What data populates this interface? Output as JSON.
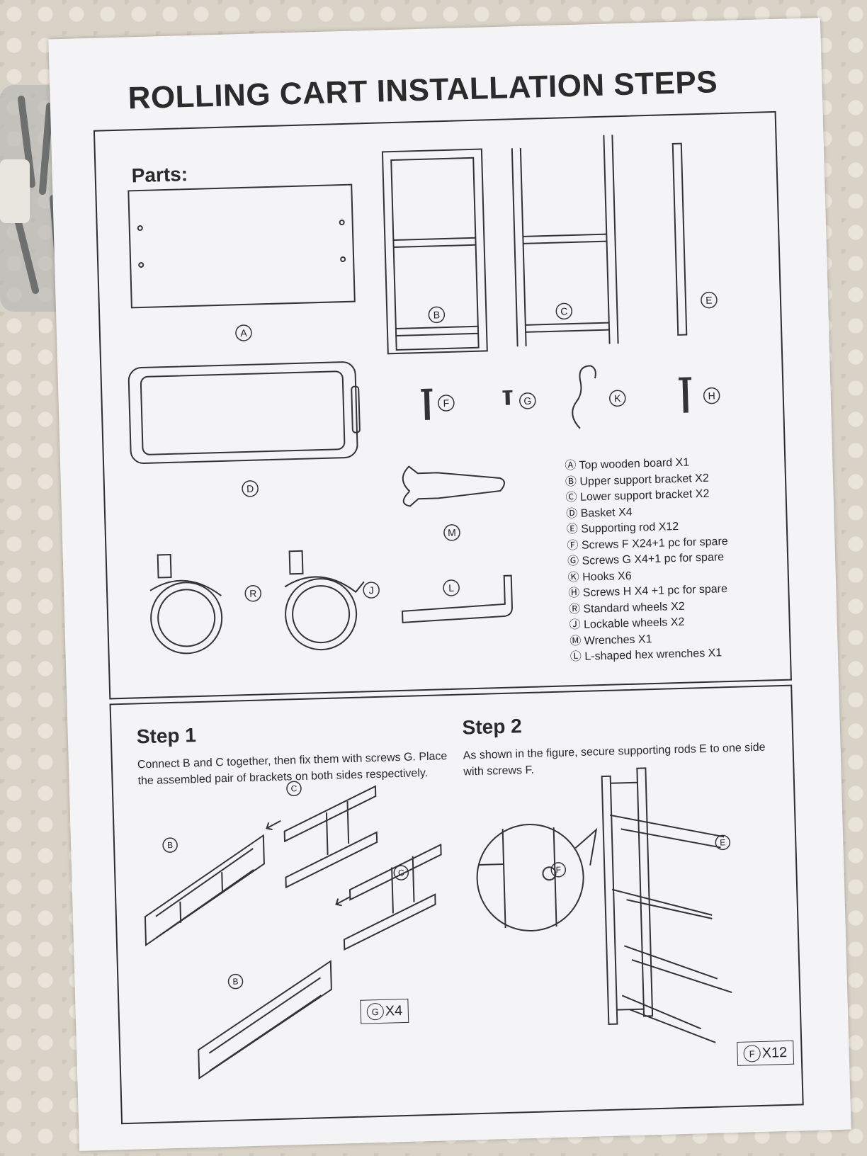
{
  "title": "ROLLING CART INSTALLATION STEPS",
  "parts": {
    "heading": "Parts:",
    "labels": {
      "a": "A",
      "b": "B",
      "c": "C",
      "d": "D",
      "e": "E",
      "f": "F",
      "g": "G",
      "k": "K",
      "h": "H",
      "m": "M",
      "r": "R",
      "j": "J",
      "l": "L"
    },
    "legend": [
      "Ⓐ Top wooden board X1",
      "Ⓑ Upper support bracket X2",
      "Ⓒ Lower support bracket X2",
      "Ⓓ Basket X4",
      "Ⓔ Supporting rod X12",
      "Ⓕ Screws F X24+1 pc for spare",
      "Ⓖ Screws G X4+1 pc for spare",
      "Ⓚ Hooks X6",
      "Ⓗ Screws H X4 +1 pc for spare",
      "Ⓡ Standard wheels X2",
      "Ⓙ Lockable wheels X2",
      "Ⓜ Wrenches X1",
      "Ⓛ L-shaped hex wrenches X1"
    ]
  },
  "step1": {
    "title": "Step 1",
    "text": "Connect B and C together, then fix them with screws G. Place the assembled pair of brackets on both sides respectively.",
    "labels": {
      "b_top": "B",
      "c_top": "C",
      "c_bottom": "C",
      "b_bottom": "B"
    },
    "screw_letter": "G",
    "count": "X4"
  },
  "step2": {
    "title": "Step 2",
    "text": "As shown in the figure, secure supporting rods E to one side with screws F.",
    "labels": {
      "e": "E",
      "f": "F"
    },
    "screw_letter": "F",
    "count": "X12"
  }
}
